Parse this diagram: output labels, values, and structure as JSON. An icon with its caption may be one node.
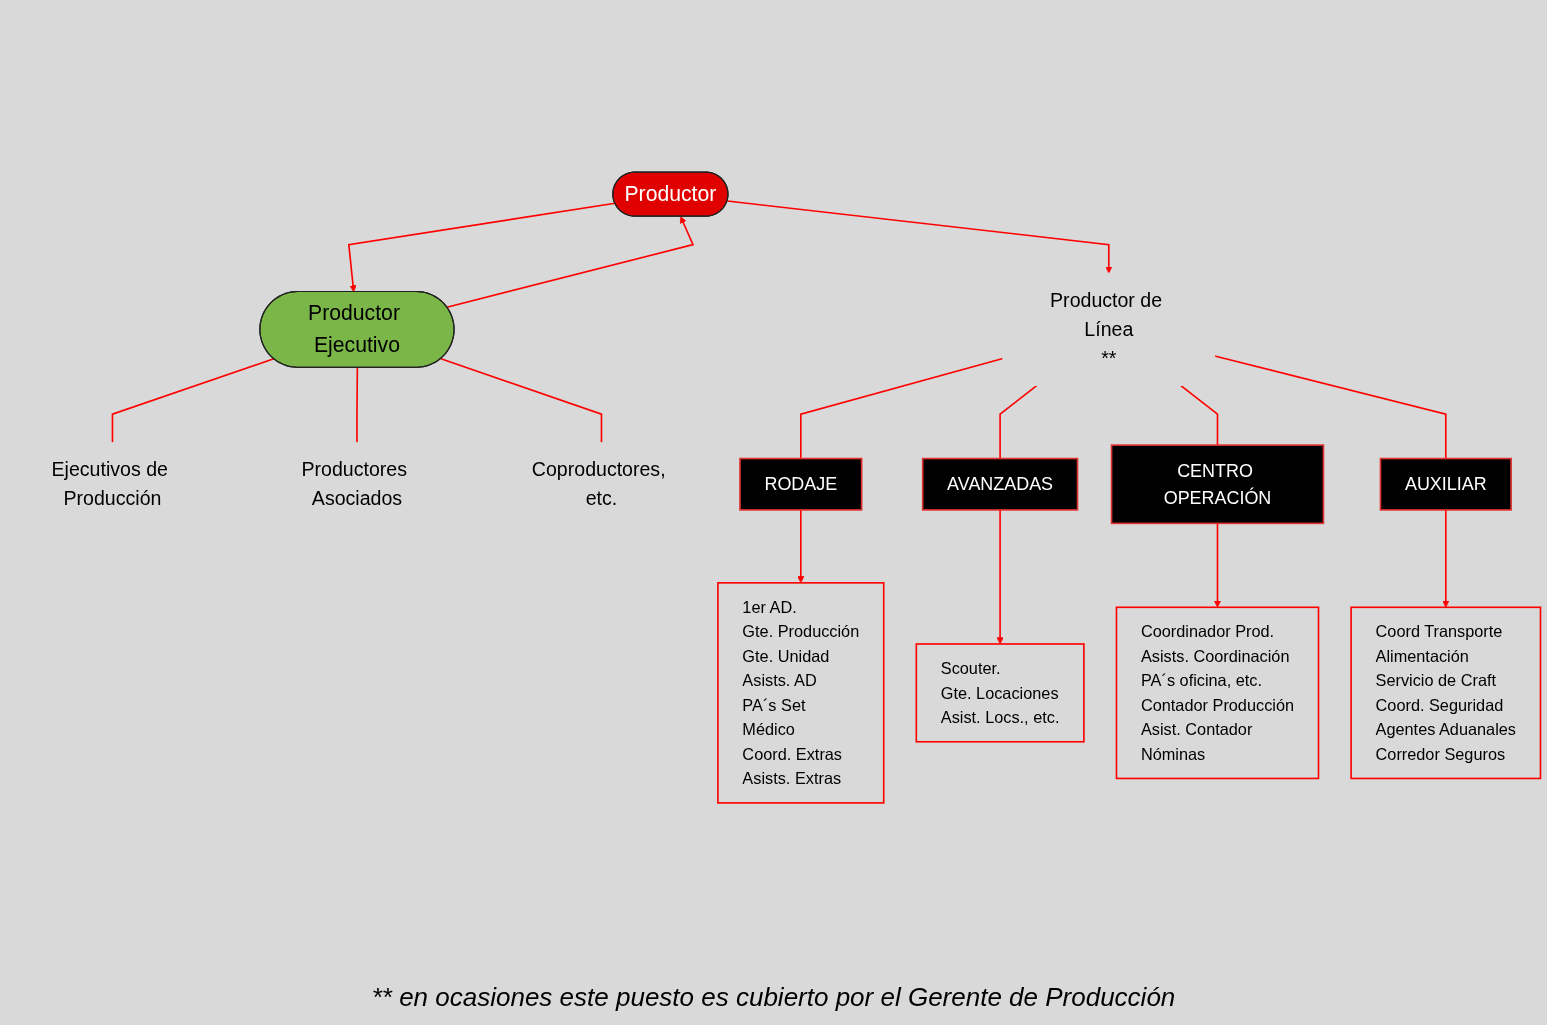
{
  "diagram": {
    "caption": "** en ocasiones este puesto es cubierto por el Gerente de Producción",
    "nodes": [
      {
        "text": [
          "Productor"
        ]
      },
      {
        "text": [
          "Productor Ejecutivo"
        ]
      },
      {
        "text": [
          "Ejecutivos de Producción"
        ]
      },
      {
        "text": [
          "Productores Asociados"
        ]
      },
      {
        "text": [
          "Coproductores, etc."
        ]
      },
      {
        "text": [
          "Productor de Línea",
          "**"
        ]
      },
      {
        "text": [
          "RODAJE"
        ]
      },
      {
        "text": [
          "AVANZADAS"
        ]
      },
      {
        "text": [
          "CENTRO OPERACIÓN"
        ]
      },
      {
        "text": [
          "AUXILIAR"
        ]
      },
      {
        "text": [
          "1er AD.",
          "Gte. Producción",
          "Gte. Unidad",
          "Asists. AD",
          "PA´s Set",
          "Médico",
          "Coord. Extras",
          "Asists. Extras"
        ]
      },
      {
        "text": [
          "Scouter.",
          "Gte. Locaciones",
          "Asist. Locs., etc."
        ]
      },
      {
        "text": [
          "Coordinador Prod.",
          "Asists. Coordinación",
          "PA´s oficina, etc.",
          "Contador Producción",
          "Asist. Contador",
          "Nóminas"
        ]
      },
      {
        "text": [
          "Coord Transporte",
          "Alimentación",
          "Servicio de Craft",
          "Coord. Seguridad",
          "Agentes Aduanales",
          "Corredor Seguros"
        ]
      }
    ],
    "edges": [
      {
        "from": 0,
        "to": 1,
        "arrow": "to"
      },
      {
        "from": 1,
        "to": 0,
        "arrow": "to"
      },
      {
        "from": 1,
        "to": 2,
        "arrow": "none"
      },
      {
        "from": 1,
        "to": 3,
        "arrow": "none"
      },
      {
        "from": 1,
        "to": 4,
        "arrow": "none"
      },
      {
        "from": 0,
        "to": 5,
        "arrow": "to"
      },
      {
        "from": 5,
        "to": 6,
        "arrow": "none"
      },
      {
        "from": 5,
        "to": 7,
        "arrow": "none"
      },
      {
        "from": 5,
        "to": 8,
        "arrow": "none"
      },
      {
        "from": 5,
        "to": 9,
        "arrow": "none"
      },
      {
        "from": 6,
        "to": 10,
        "arrow": "to"
      },
      {
        "from": 7,
        "to": 11,
        "arrow": "to"
      },
      {
        "from": 8,
        "to": 12,
        "arrow": "to"
      },
      {
        "from": 9,
        "to": 13,
        "arrow": "to"
      }
    ]
  }
}
